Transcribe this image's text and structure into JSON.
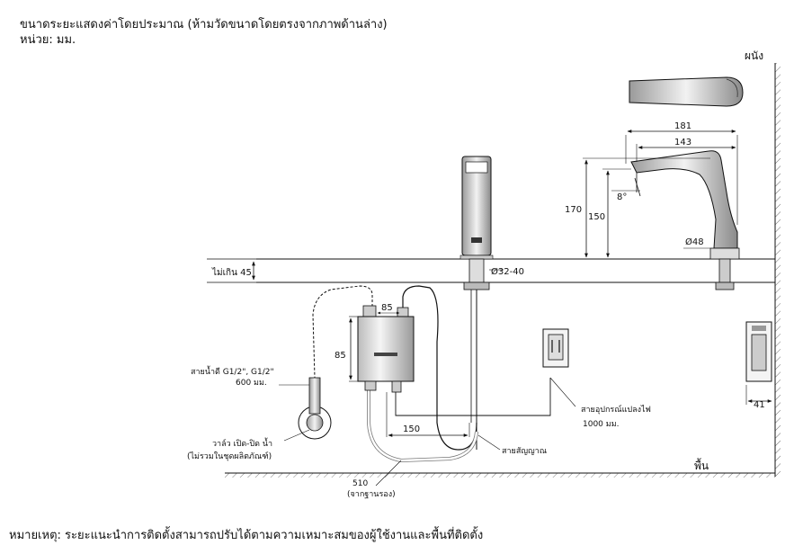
{
  "header": {
    "line1": "ขนาดระยะแสดงค่าโดยประมาณ (ห้ามวัดขนาดโดยตรงจากภาพด้านล่าง)",
    "line2": "หน่วย: มม."
  },
  "labels": {
    "wall": "ผนัง",
    "floor": "พื้น",
    "dim_181": "181",
    "dim_143": "143",
    "dim_170": "170",
    "dim_150v": "150",
    "angle_8": "8°",
    "dia_48": "Ø48",
    "max_45": "ไม่เกิน 45",
    "dia_32_40": "Ø32-40",
    "dim_85h": "85",
    "dim_85v": "85",
    "dim_150h": "150",
    "dim_41": "41",
    "dim_510": "510",
    "from_base": "(จากฐานรอง)",
    "water_hose_1": "สายน้ำดี G1/2\", G1/2\"",
    "water_hose_2": "600 มม.",
    "valve_1": "วาล์ว เปิด-ปิด น้ำ",
    "valve_2": "(ไม่รวมในชุดผลิตภัณฑ์)",
    "adapter_1": "สายอุปกรณ์แปลงไฟ",
    "adapter_2": "1000 มม.",
    "signal_cable": "สายสัญญาณ"
  },
  "footer": {
    "note": "หมายเหตุ: ระยะแนะนำการติดตั้งสามารถปรับได้ตามความเหมาะสมของผู้ใช้งานและพื้นที่ติดตั้ง"
  }
}
